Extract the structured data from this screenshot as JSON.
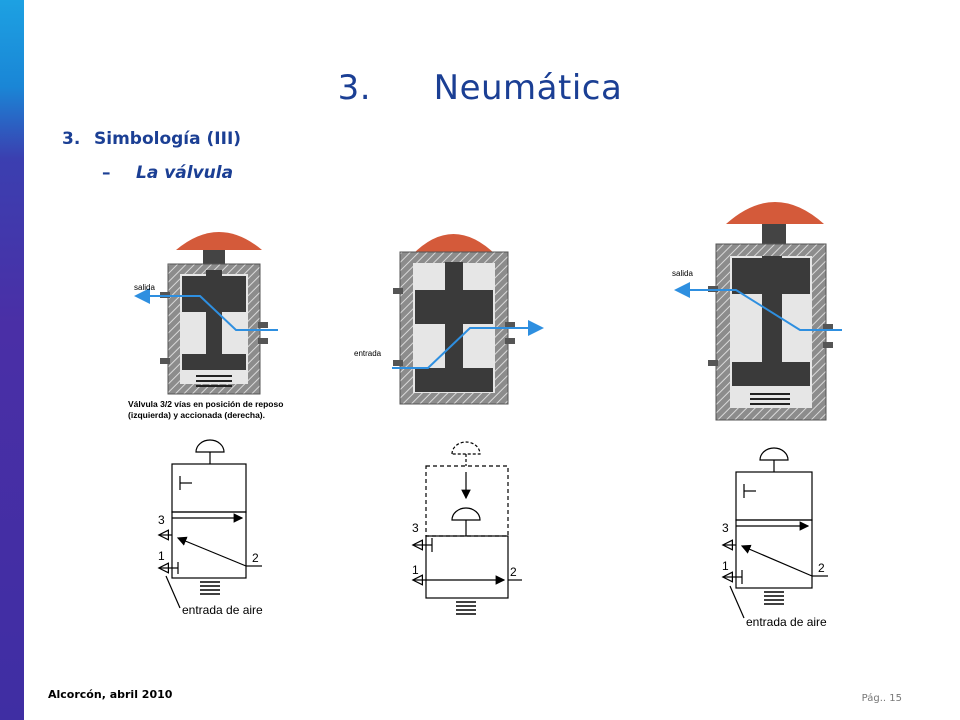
{
  "header": {
    "section_number": "3.",
    "section_title": "Neumática"
  },
  "outline": {
    "item_number": "3.",
    "item_text": "Simbología (III)",
    "sub_dash": "–",
    "sub_text": "La válvula"
  },
  "figure": {
    "label_salida_left": "salida",
    "label_entrada_middle": "entrada",
    "label_salida_right": "salida",
    "caption_line1": "Válvula 3/2 vías en posición de reposo",
    "caption_line2": "(izquierda) y accionada (derecha).",
    "port_3": "3",
    "port_1": "1",
    "port_2": "2",
    "entrada_de_aire": "entrada de aire",
    "colors": {
      "button": "#d45a3a",
      "body_hatch": "#7a7a7a",
      "stem": "#333333",
      "flow": "#2e8fe0"
    }
  },
  "footer": {
    "location_date": "Alcorcón, abril 2010",
    "page": "Pág.. 15"
  }
}
